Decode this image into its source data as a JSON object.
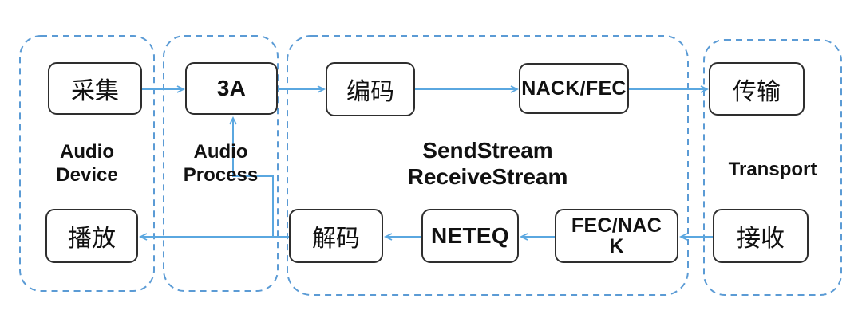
{
  "diagram": {
    "title": "Audio pipeline flow diagram",
    "containers": [
      {
        "name": "audio-device",
        "label": "Audio\nDevice"
      },
      {
        "name": "audio-process",
        "label": "Audio\nProcess"
      },
      {
        "name": "send-receive-stream",
        "label": "SendStream\nReceiveStream"
      },
      {
        "name": "transport",
        "label": "Transport"
      }
    ],
    "nodes": {
      "capture": "采集",
      "aaa": "3A",
      "encode": "编码",
      "nack_fec": "NACK/FEC",
      "transmit": "传输",
      "playback": "播放",
      "decode": "解码",
      "neteq": "NETEQ",
      "fec_nack": "FEC/NAC\nK",
      "receive": "接收"
    },
    "edges": [
      {
        "from": "capture",
        "to": "aaa"
      },
      {
        "from": "aaa",
        "to": "encode"
      },
      {
        "from": "encode",
        "to": "nack_fec"
      },
      {
        "from": "nack_fec",
        "to": "transmit"
      },
      {
        "from": "receive",
        "to": "fec_nack"
      },
      {
        "from": "fec_nack",
        "to": "neteq"
      },
      {
        "from": "neteq",
        "to": "decode"
      },
      {
        "from": "decode",
        "to": "playback"
      },
      {
        "from": "decode",
        "to": "aaa",
        "note": "feedback branch from decode-playback line up into 3A"
      }
    ],
    "colors": {
      "background": "#ffffff",
      "arrow": "#5aa7e0",
      "container_border": "#5b9bd5",
      "node_border": "#2e2e2e",
      "node_fill": "#ffffff",
      "text": "#111111"
    }
  }
}
